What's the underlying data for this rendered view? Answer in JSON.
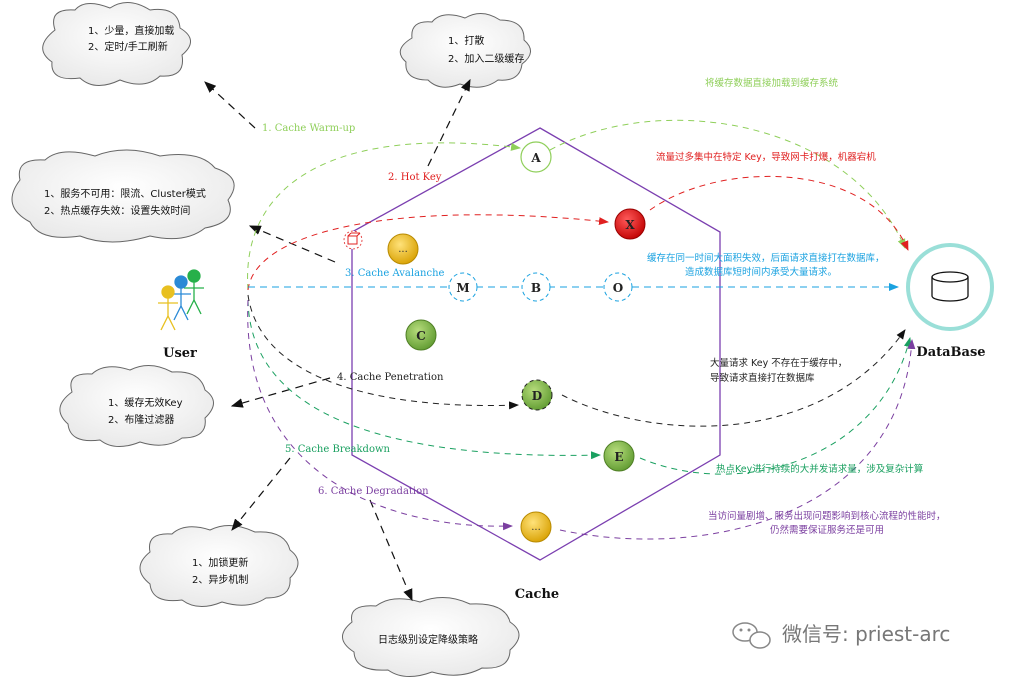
{
  "title_user": "User",
  "title_cache": "Cache",
  "title_db": "DataBase",
  "watermark": "微信号: priest-arc",
  "clouds": {
    "warmup": [
      "1、少量，直接加载",
      "2、定时/手工刷新"
    ],
    "hotkey": [
      "1、打散",
      "2、加入二级缓存"
    ],
    "avalanche": [
      "1、服务不可用：限流、Cluster模式",
      "2、热点缓存失效：设置失效时间"
    ],
    "penetration": [
      "1、缓存无效Key",
      "2、布隆过滤器"
    ],
    "breakdown": [
      "1、加锁更新",
      "2、异步机制"
    ],
    "degradation": [
      "日志级别设定降级策略"
    ]
  },
  "labels": {
    "warmup": "1. Cache Warm-up",
    "hotkey": "2. Hot Key",
    "avalanche": "3. Cache Avalanche",
    "penetration": "4. Cache Penetration",
    "breakdown": "5. Cache Breakdown",
    "degradation": "6. Cache Degradation"
  },
  "notes": {
    "warmup": "将缓存数据直接加载到缓存系统",
    "hotkey": "流量过多集中在特定 Key，导致网卡打爆，机器宕机",
    "avalanche_1": "缓存在同一时间大面积失效，后面请求直接打在数据库，",
    "avalanche_2": "造成数据库短时间内承受大量请求。",
    "penetration_1": "大量请求 Key 不存在于缓存中，",
    "penetration_2": "导致请求直接打在数据库",
    "breakdown": "热点Key进行持续的大并发请求量，涉及复杂计算",
    "degradation_1": "当访问量剧增、服务出现问题影响到核心流程的性能时，",
    "degradation_2": "仍然需要保证服务还是可用"
  },
  "nodes": {
    "a": "A",
    "x": "X",
    "m": "M",
    "b": "B",
    "o": "O",
    "c": "C",
    "d": "D",
    "e": "E",
    "dots": "..."
  },
  "colors": {
    "warmup": "#8fcf5a",
    "hotkey": "#e02020",
    "avalanche": "#1aa2e0",
    "penetration": "#222222",
    "breakdown": "#1aa060",
    "degradation": "#7b3fa0",
    "hexagon": "#7b3fb0",
    "db": "#9adfd8"
  }
}
